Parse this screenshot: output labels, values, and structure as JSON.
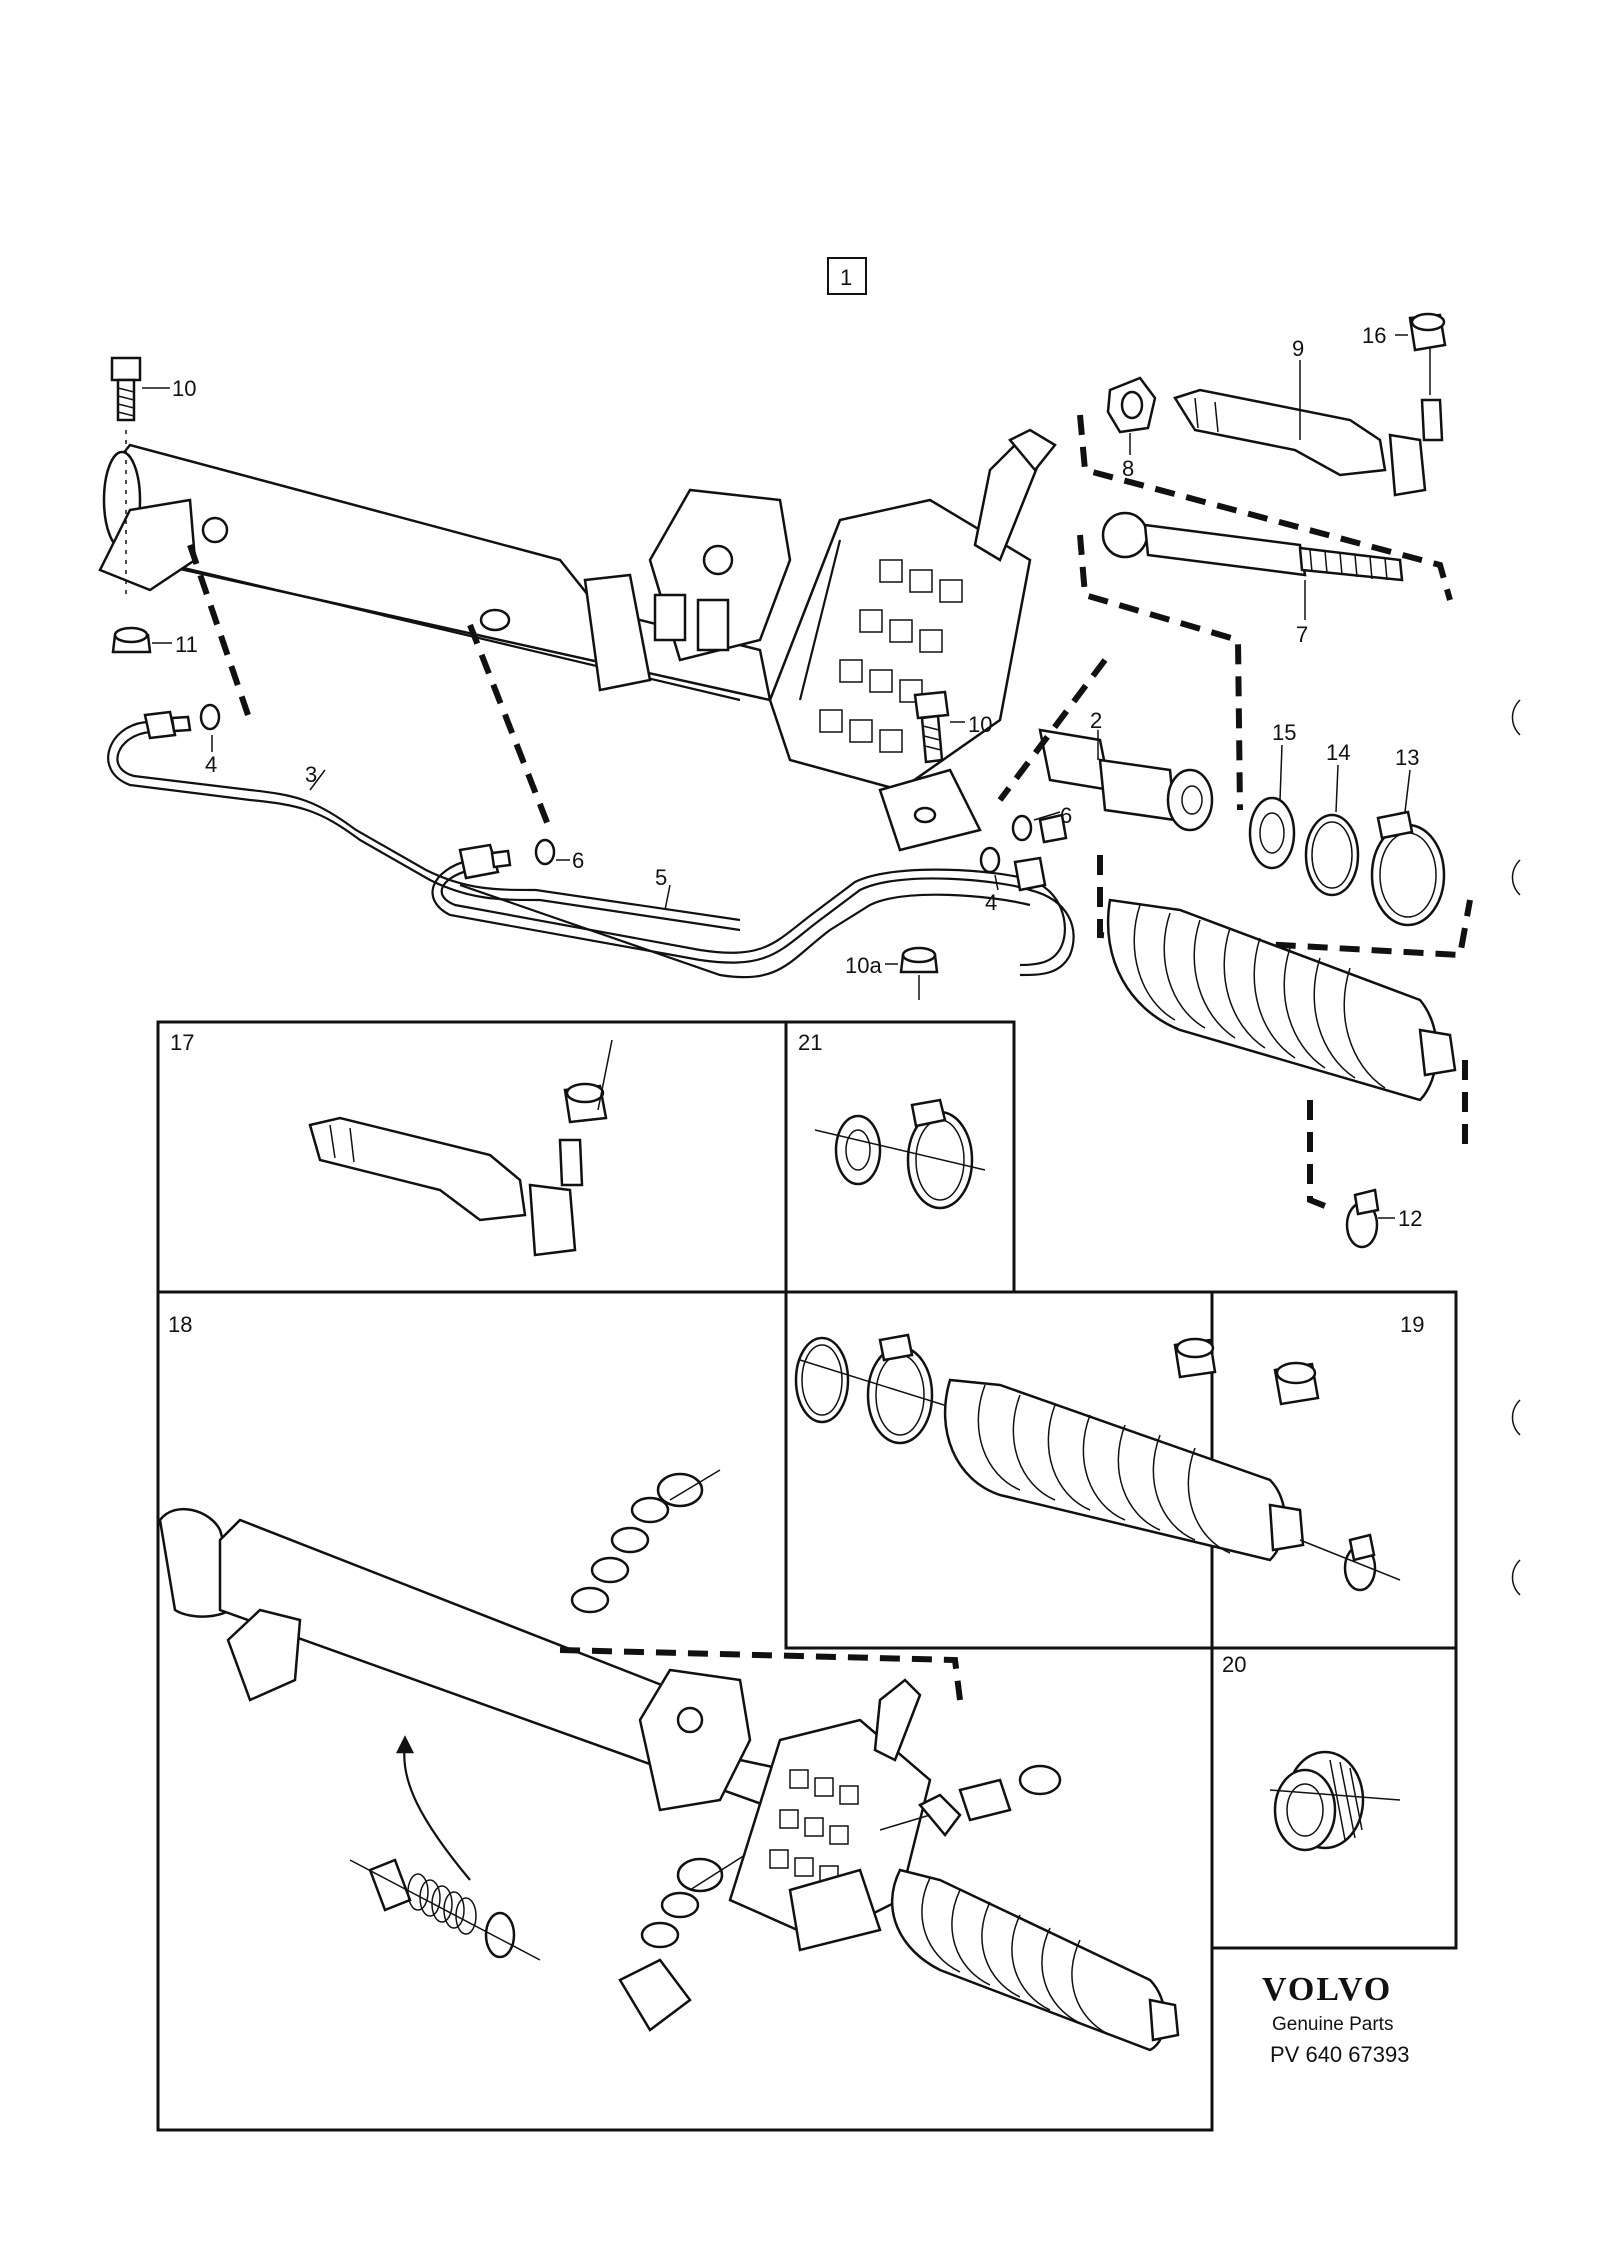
{
  "diagram": {
    "group_number": "1",
    "labels": {
      "l10_top": "10",
      "l11": "11",
      "l4_left": "4",
      "l3": "3",
      "l6_left": "6",
      "l5": "5",
      "l10_mid": "10",
      "l2": "2",
      "l6_right": "6",
      "l4_right": "4",
      "l10a": "10a",
      "l16": "16",
      "l9": "9",
      "l8": "8",
      "l7": "7",
      "l15": "15",
      "l14": "14",
      "l13": "13",
      "l12": "12"
    },
    "panels": {
      "p17": "17",
      "p21": "21",
      "p18": "18",
      "p19": "19",
      "p20": "20"
    }
  },
  "brand": {
    "name": "VOLVO",
    "tagline": "Genuine Parts",
    "code": "PV 640 67393"
  }
}
